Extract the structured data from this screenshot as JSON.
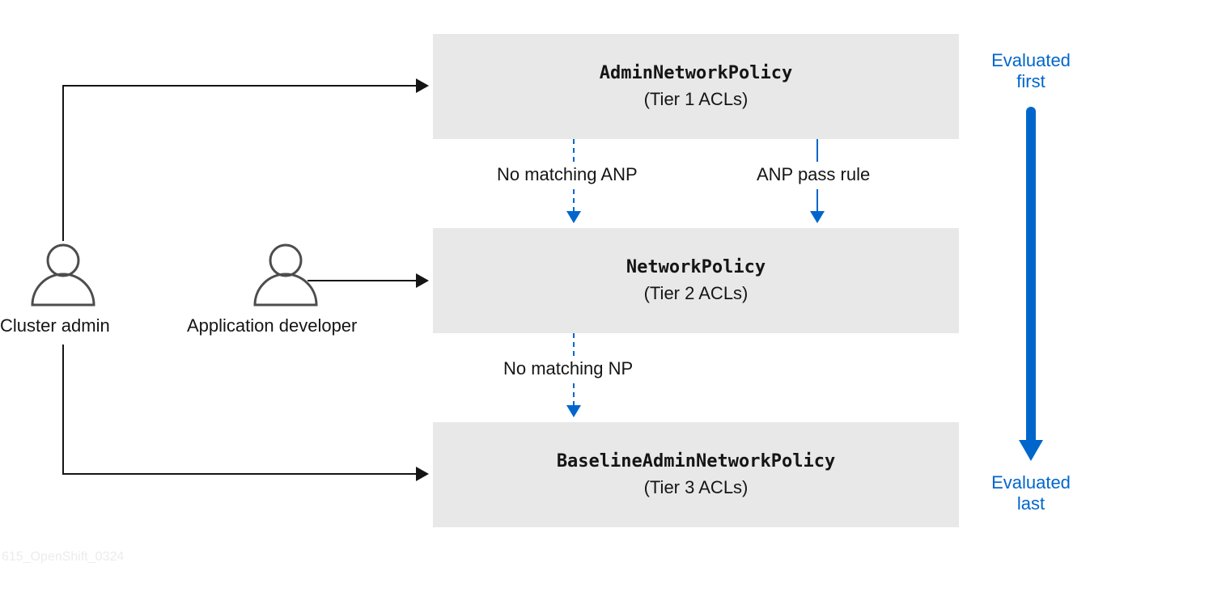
{
  "actors": {
    "cluster_admin": "Cluster admin",
    "app_developer": "Application developer"
  },
  "tiers": [
    {
      "name": "AdminNetworkPolicy",
      "tier": "(Tier 1 ACLs)"
    },
    {
      "name": "NetworkPolicy",
      "tier": "(Tier 2 ACLs)"
    },
    {
      "name": "BaselineAdminNetworkPolicy",
      "tier": "(Tier 3 ACLs)"
    }
  ],
  "flows": {
    "no_matching_anp": "No matching ANP",
    "anp_pass_rule": "ANP pass rule",
    "no_matching_np": "No matching NP"
  },
  "evaluation": {
    "first": [
      "Evaluated",
      "first"
    ],
    "last": [
      "Evaluated",
      "last"
    ]
  },
  "image_code": "615_OpenShift_0324",
  "colors": {
    "accent_blue": "#0066cc",
    "box_fill": "#e8e8e8",
    "line_dark": "#151515"
  }
}
